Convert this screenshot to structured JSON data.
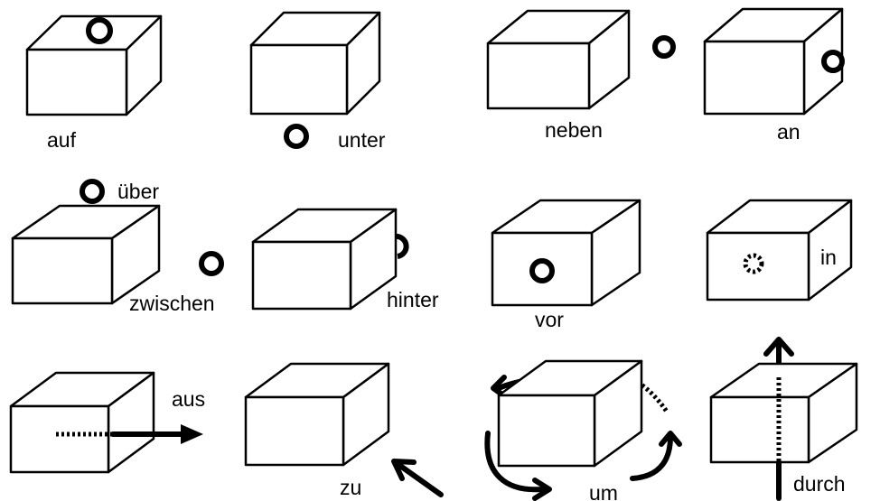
{
  "labels": {
    "auf": "auf",
    "unter": "unter",
    "neben": "neben",
    "an": "an",
    "ueber": "über",
    "zwischen": "zwischen",
    "hinter": "hinter",
    "vor": "vor",
    "in": "in",
    "aus": "aus",
    "zu": "zu",
    "um": "um",
    "durch": "durch"
  }
}
